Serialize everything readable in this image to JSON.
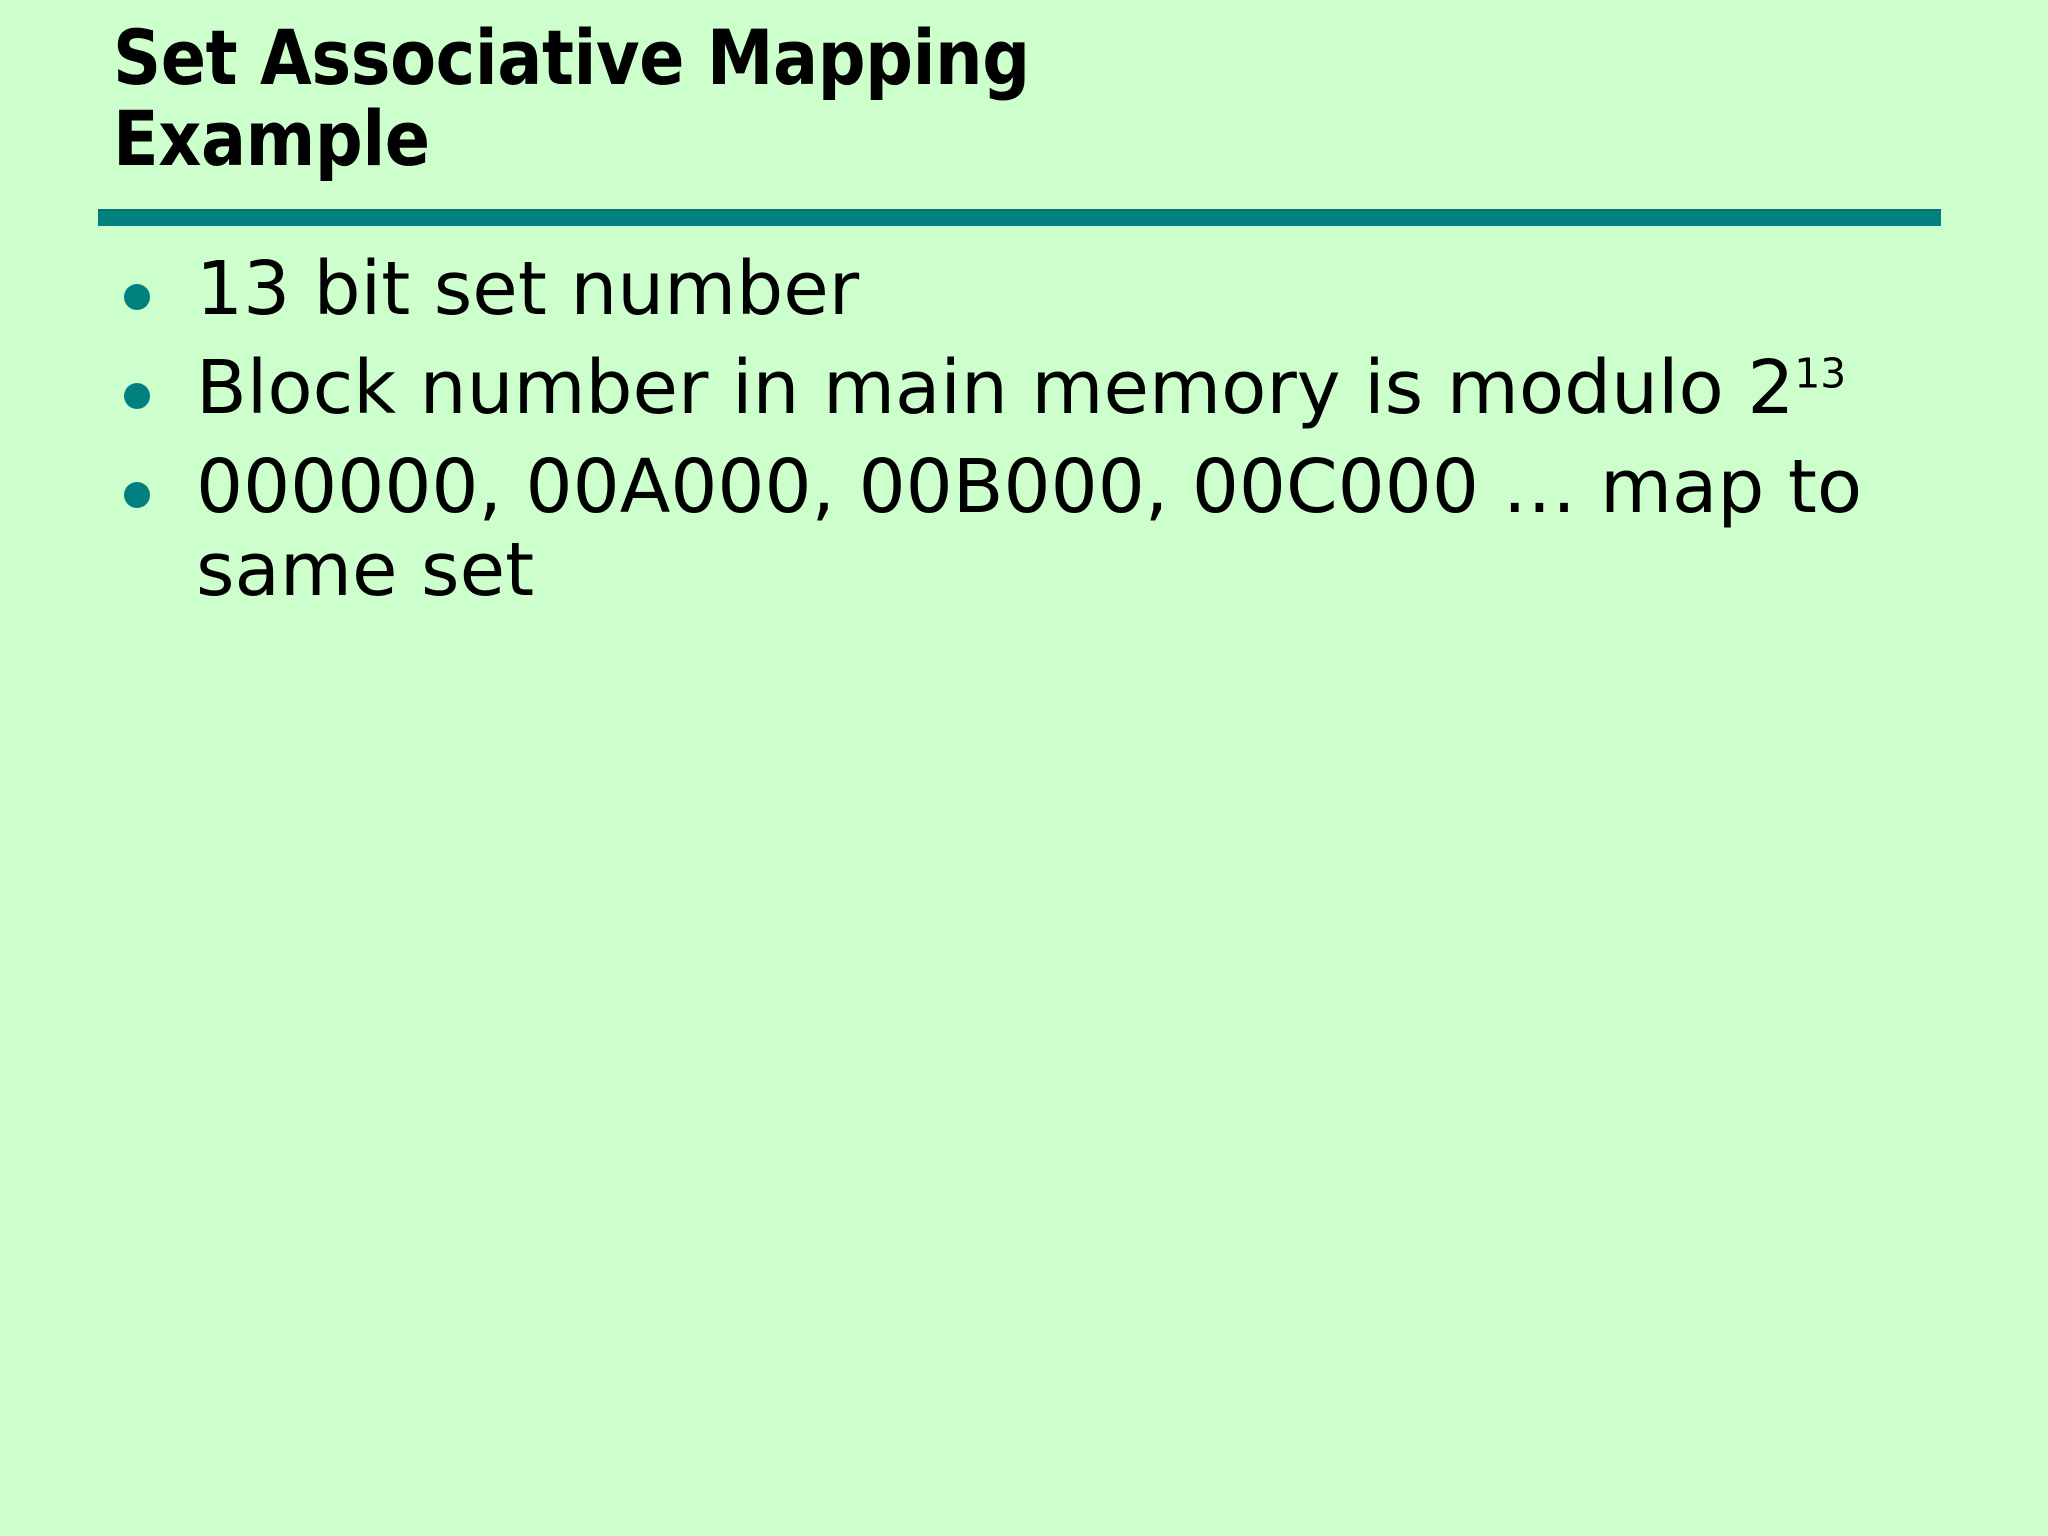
{
  "slide": {
    "title": "Set Associative Mapping\nExample",
    "title_line_1": "Set Associative Mapping",
    "title_line_2": "Example",
    "background_color": "#ccffcc",
    "accent_color": "#018080",
    "text_color": "#000000",
    "bullets": [
      {
        "id": "bullet-set-number",
        "text": "13 bit set number",
        "has_superscript": false
      },
      {
        "id": "bullet-block-number-modulo",
        "text_before": "Block number in main memory is modulo 2",
        "superscript": "13",
        "text_after": "",
        "has_superscript": true
      },
      {
        "id": "bullet-addresses-same-set",
        "text": "000000, 00A000, 00B000, 00C000 … map to same set",
        "has_superscript": false
      }
    ]
  }
}
